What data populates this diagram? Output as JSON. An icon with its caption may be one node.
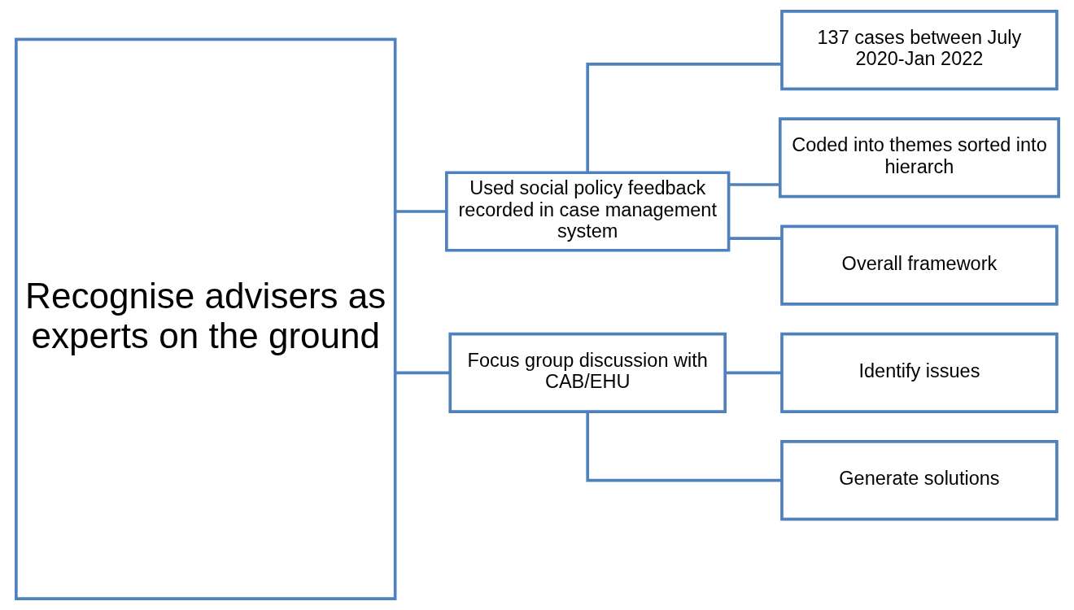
{
  "diagram": {
    "nodes": [
      {
        "text": [
          "Recognise advisers as experts on the ground"
        ]
      },
      {
        "text": [
          "Used social policy feedback recorded in case management system"
        ]
      },
      {
        "text": [
          "Focus group discussion with CAB/EHU"
        ]
      },
      {
        "text": [
          "137 cases between July 2020-Jan 2022"
        ]
      },
      {
        "text": [
          "Coded into themes sorted into hierarch"
        ]
      },
      {
        "text": [
          "Overall framework"
        ]
      },
      {
        "text": [
          "Identify issues"
        ]
      },
      {
        "text": [
          "Generate solutions"
        ]
      }
    ],
    "edges": [
      {
        "from": 0,
        "to": 1,
        "arrow": "none"
      },
      {
        "from": 0,
        "to": 2,
        "arrow": "none"
      },
      {
        "from": 1,
        "to": 3,
        "arrow": "none"
      },
      {
        "from": 1,
        "to": 4,
        "arrow": "none"
      },
      {
        "from": 1,
        "to": 5,
        "arrow": "none"
      },
      {
        "from": 2,
        "to": 6,
        "arrow": "none"
      },
      {
        "from": 2,
        "to": 7,
        "arrow": "none"
      }
    ]
  }
}
